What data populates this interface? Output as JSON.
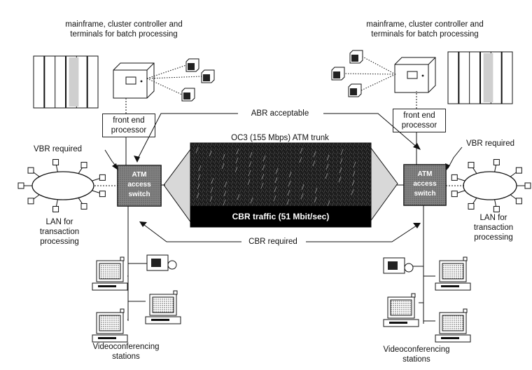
{
  "left_site": {
    "mainframe_label": [
      "mainframe, cluster controller and",
      "terminals for batch processing"
    ],
    "fep_label": [
      "front end",
      "processor"
    ],
    "vbr_label": "VBR required",
    "lan_label": [
      "LAN for",
      "transaction",
      "processing"
    ],
    "switch_label": [
      "ATM",
      "access",
      "switch"
    ],
    "video_label": [
      "Videoconferencing",
      "stations"
    ]
  },
  "right_site": {
    "mainframe_label": [
      "mainframe, cluster controller and",
      "terminals for batch processing"
    ],
    "fep_label": [
      "front end",
      "processor"
    ],
    "vbr_label": "VBR required",
    "lan_label": [
      "LAN for",
      "transaction",
      "processing"
    ],
    "switch_label": [
      "ATM",
      "access",
      "switch"
    ],
    "video_label": [
      "Videoconferencing",
      "stations"
    ]
  },
  "center": {
    "abr_label": "ABR acceptable",
    "trunk_label": "OC3 (155 Mbps)  ATM trunk",
    "cbr_traffic_label": "CBR traffic (51 Mbit/sec)",
    "cbr_required_label": "CBR required"
  },
  "colors": {
    "ink": "#111111",
    "trunk_dark": "#1a1a1a",
    "trunk_band": "#000000",
    "switch_fill": "#555555",
    "cone_fill": "#d0d0d0"
  }
}
